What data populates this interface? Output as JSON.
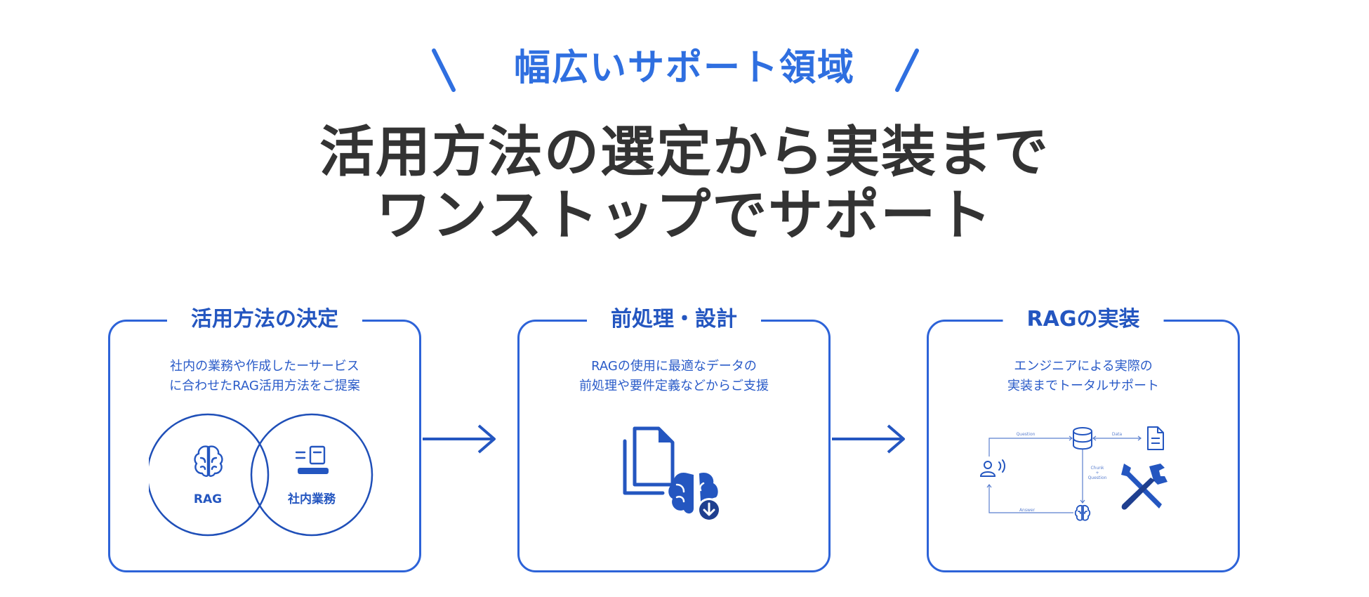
{
  "eyebrow": "幅広いサポート領域",
  "headline": {
    "line1": "活用方法の選定から実装まで",
    "line2": "ワンストップでサポート"
  },
  "steps": [
    {
      "title": "活用方法の決定",
      "desc_line1": "社内の業務や作成したーサービス",
      "desc_line2": "に合わせたRAG活用方法をご提案",
      "venn_left": "RAG",
      "venn_right": "社内業務"
    },
    {
      "title": "前処理・設計",
      "desc_line1": "RAGの使用に最適なデータの",
      "desc_line2": "前処理や要件定義などからご支援"
    },
    {
      "title": "RAGの実装",
      "desc_line1": "エンジニアによる実際の",
      "desc_line2": "実装までトータルサポート",
      "flow_question": "Question",
      "flow_data": "Data",
      "flow_chunk": "Chunk",
      "flow_plus": "+",
      "flow_question2": "Question",
      "flow_answer": "Answer"
    }
  ],
  "colors": {
    "primary": "#2d63d8",
    "dark_blue": "#1f3f8f",
    "headline": "#333333"
  },
  "icons": [
    "brain-icon",
    "document-list-icon",
    "copy-documents-icon",
    "brain-download-icon",
    "database-icon",
    "file-icon",
    "user-voice-icon",
    "tools-icon",
    "arrow-right-icon"
  ]
}
